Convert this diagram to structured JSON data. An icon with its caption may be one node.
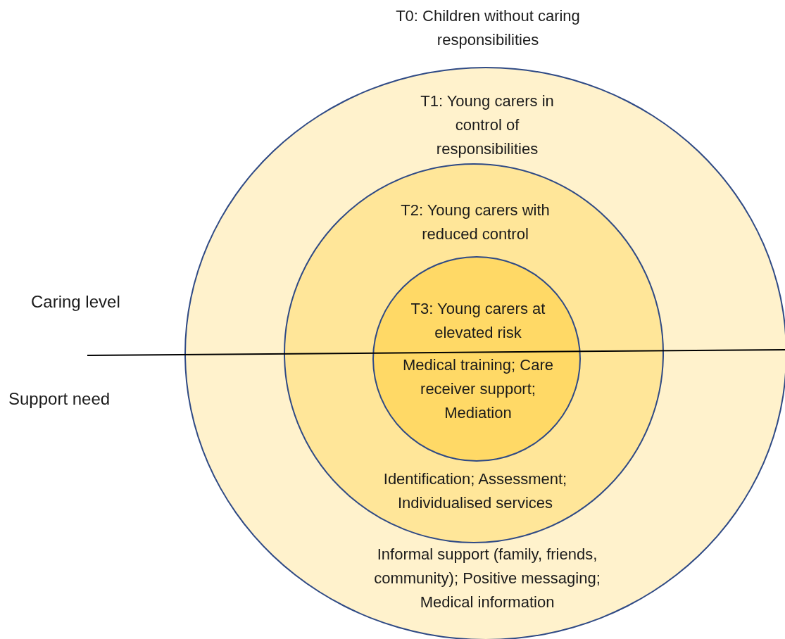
{
  "diagram": {
    "nodes": [
      {
        "text": [
          "T1: Young carers in control of responsibilities",
          "Informal support (family, friends, community); Positive messaging; Medical information"
        ]
      },
      {
        "text": [
          "T2: Young carers with reduced control",
          "Identification; Assessment; Individualised services"
        ],
        "in": 0
      },
      {
        "text": [
          "T3: Young carers at elevated risk",
          "Medical training; Care receiver support; Mediation"
        ],
        "in": 1
      }
    ],
    "labels": [
      "T0: Children without caring responsibilities",
      "Caring level",
      "Support need"
    ]
  }
}
